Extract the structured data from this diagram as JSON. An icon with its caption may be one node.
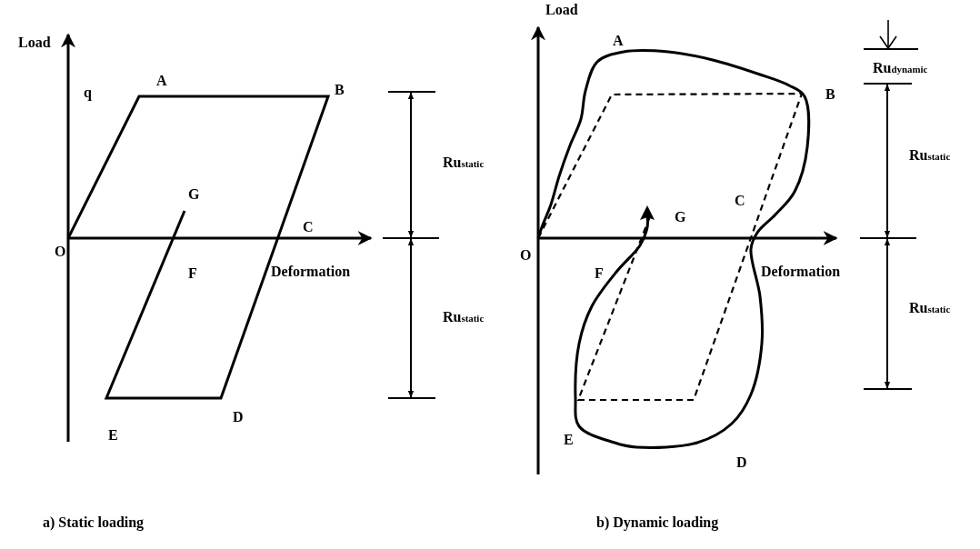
{
  "diagram": {
    "labels": [
      "Load",
      "q",
      "A",
      "B",
      "Ru$_{static}$",
      "G",
      "C",
      "O",
      "F",
      "Deformation",
      "Ru$_{static}$",
      "D",
      "E",
      "a) Static loading",
      "Load",
      "A",
      "Ru$_{dynamic}$",
      "B",
      "Ru$_{static}$",
      "C",
      "G",
      "O",
      "F",
      "Deformation",
      "Ru$_{static}$",
      "E",
      "D",
      "b) Dynamic loading"
    ]
  }
}
